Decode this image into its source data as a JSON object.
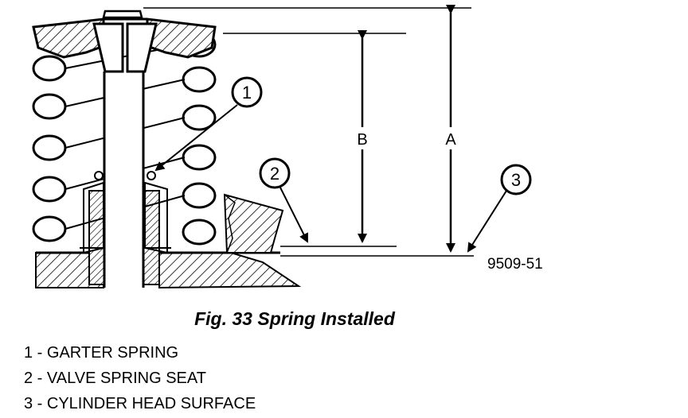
{
  "figure": {
    "callouts": [
      "1",
      "2",
      "3"
    ],
    "dimension_a": "A",
    "dimension_b": "B",
    "part_number": "9509-51"
  },
  "caption": "Fig. 33 Spring Installed",
  "legend": [
    "1 - GARTER SPRING",
    "2 - VALVE SPRING SEAT",
    "3 - CYLINDER HEAD SURFACE"
  ]
}
